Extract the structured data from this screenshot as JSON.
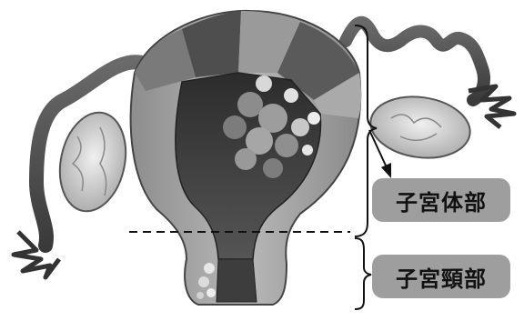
{
  "labels": {
    "uterine_body": "子宮体部",
    "uterine_cervix": "子宮頸部"
  },
  "colors": {
    "label_bg": "#9e9e9e",
    "label_text": "#111111",
    "line": "#111111"
  },
  "icons": [
    "uterus-illustration",
    "arrow-icon",
    "brace-icon"
  ]
}
